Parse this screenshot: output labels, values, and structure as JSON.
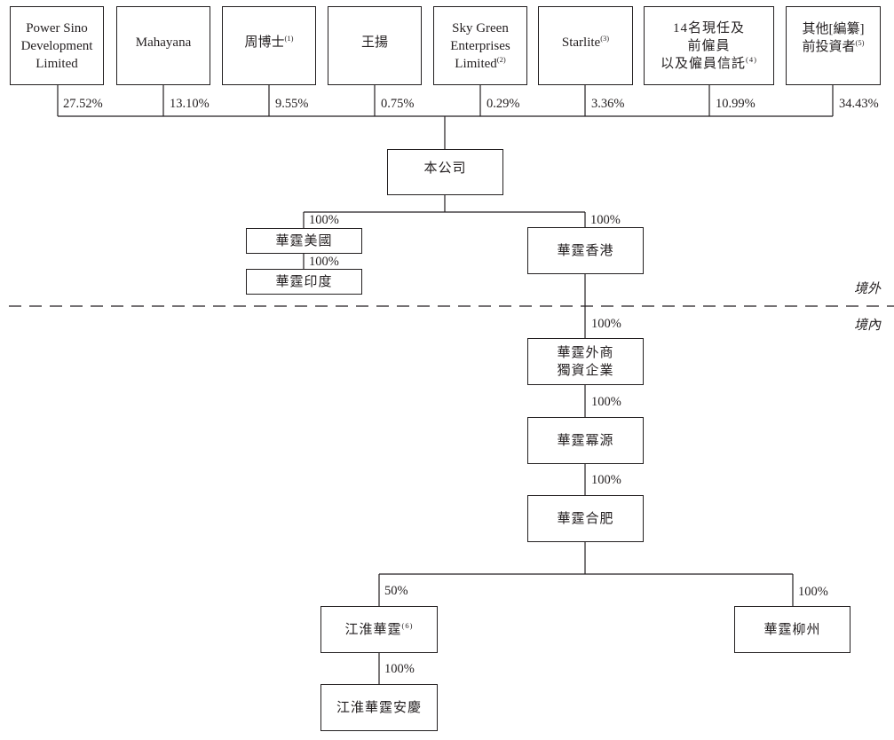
{
  "shareholders": [
    {
      "name": "Power Sino\nDevelopment\nLimited",
      "note": "",
      "percent": "27.52%"
    },
    {
      "name": "Mahayana",
      "note": "",
      "percent": "13.10%"
    },
    {
      "name": "周博士",
      "note": "(1)",
      "percent": "9.55%"
    },
    {
      "name": "王揚",
      "note": "",
      "percent": "0.75%"
    },
    {
      "name": "Sky Green\nEnterprises\nLimited",
      "note": "(2)",
      "percent": "0.29%"
    },
    {
      "name": "Starlite",
      "note": "(3)",
      "percent": "3.36%"
    },
    {
      "name": "14名現任及\n前僱員\n以及僱員信託",
      "note": "(4)",
      "percent": "10.99%"
    },
    {
      "name": "其他[編纂]\n前投資者",
      "note": "(5)",
      "percent": "34.43%"
    }
  ],
  "company": {
    "name": "本公司"
  },
  "offshore": {
    "us": {
      "name": "華霆美國",
      "percent": "100%"
    },
    "india": {
      "name": "華霆印度",
      "percent": "100%"
    },
    "hk": {
      "name": "華霆香港",
      "percent": "100%"
    }
  },
  "zones": {
    "offshore": "境外",
    "onshore": "境內"
  },
  "onshore": {
    "wfoe": {
      "name": "華霆外商\n獨資企業",
      "percent": "100%"
    },
    "mingyuan": {
      "name": "華霆冪源",
      "percent": "100%"
    },
    "hefei": {
      "name": "華霆合肥",
      "percent": "100%"
    },
    "jac": {
      "name": "江淮華霆",
      "note": "(6)",
      "percent": "50%"
    },
    "liuzhou": {
      "name": "華霆柳州",
      "percent": "100%"
    },
    "anqing": {
      "name": "江淮華霆安慶",
      "percent": "100%"
    }
  }
}
